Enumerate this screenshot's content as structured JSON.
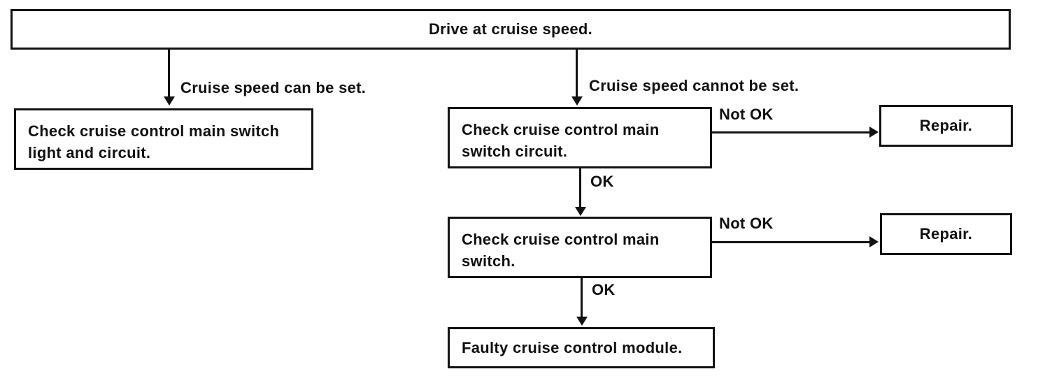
{
  "flowchart": {
    "title_note": "",
    "root": {
      "label": "Drive at cruise speed."
    },
    "branch_left": {
      "condition": "Cruise speed can be set.",
      "action": {
        "lines": [
          "Check cruise control main switch",
          "light and circuit."
        ]
      }
    },
    "branch_right": {
      "condition": "Cruise speed cannot be set.",
      "step1": {
        "lines": [
          "Check cruise control main",
          "switch circuit."
        ],
        "not_ok_label": "Not OK",
        "not_ok_action": "Repair.",
        "ok_label": "OK"
      },
      "step2": {
        "lines": [
          "Check cruise control main",
          "switch."
        ],
        "not_ok_label": "Not OK",
        "not_ok_action": "Repair.",
        "ok_label": "OK"
      },
      "conclusion": {
        "label": "Faulty cruise control module."
      }
    },
    "colors": {
      "line": "#121212",
      "background": "#ffffff",
      "text": "#111111"
    }
  }
}
